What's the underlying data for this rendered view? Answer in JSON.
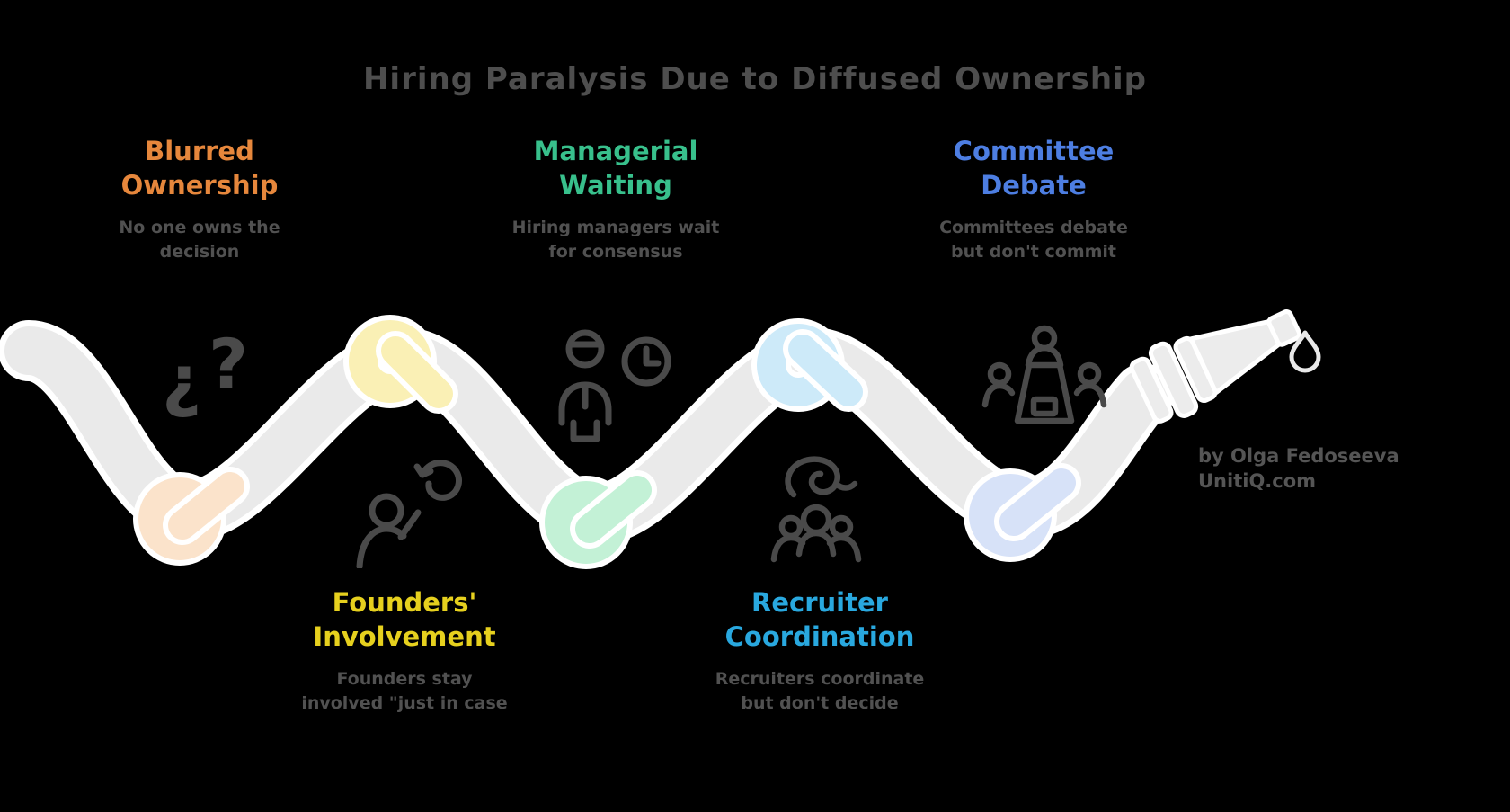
{
  "title": "Hiring Paralysis Due to Diffused Ownership",
  "attribution": {
    "by": "by Olga Fedoseeva",
    "site": "UnitiQ.com"
  },
  "colors": {
    "background": "#000000",
    "title_text": "#4e4e4e",
    "subtitle_text": "#515151",
    "icon_stroke": "#4a4a4a",
    "rope_fill": "#eaeaea",
    "rope_outline": "#ffffff"
  },
  "icon_glyphs": {
    "inverted_question": "¿",
    "question": "?"
  },
  "stages": [
    {
      "id": "blurred-ownership",
      "position": "top",
      "title_line1": "Blurred",
      "title_line2": "Ownership",
      "subtitle_line1": "No one owns the",
      "subtitle_line2": "decision",
      "color": "#e6873c",
      "knot_color": "#fbe3cb",
      "icon": "double-question-icon"
    },
    {
      "id": "founders-involvement",
      "position": "bottom",
      "title_line1": "Founders'",
      "title_line2": "Involvement",
      "subtitle_line1": "Founders stay",
      "subtitle_line2": "involved \"just in case",
      "color": "#e6d01e",
      "knot_color": "#faf0b5",
      "icon": "founder-grab-icon"
    },
    {
      "id": "managerial-waiting",
      "position": "top",
      "title_line1": "Managerial",
      "title_line2": "Waiting",
      "subtitle_line1": "Hiring managers wait",
      "subtitle_line2": "for consensus",
      "color": "#38c08c",
      "knot_color": "#c3f1d6",
      "icon": "person-clock-icon"
    },
    {
      "id": "recruiter-coordination",
      "position": "bottom",
      "title_line1": "Recruiter",
      "title_line2": "Coordination",
      "subtitle_line1": "Recruiters coordinate",
      "subtitle_line2": "but don't decide",
      "color": "#29a8df",
      "knot_color": "#cdeaf9",
      "icon": "people-swirl-icon"
    },
    {
      "id": "committee-debate",
      "position": "top",
      "title_line1": "Committee",
      "title_line2": "Debate",
      "subtitle_line1": "Committees debate",
      "subtitle_line2": "but don't commit",
      "color": "#4d7ee2",
      "knot_color": "#d7e2f8",
      "icon": "meeting-table-icon"
    }
  ]
}
